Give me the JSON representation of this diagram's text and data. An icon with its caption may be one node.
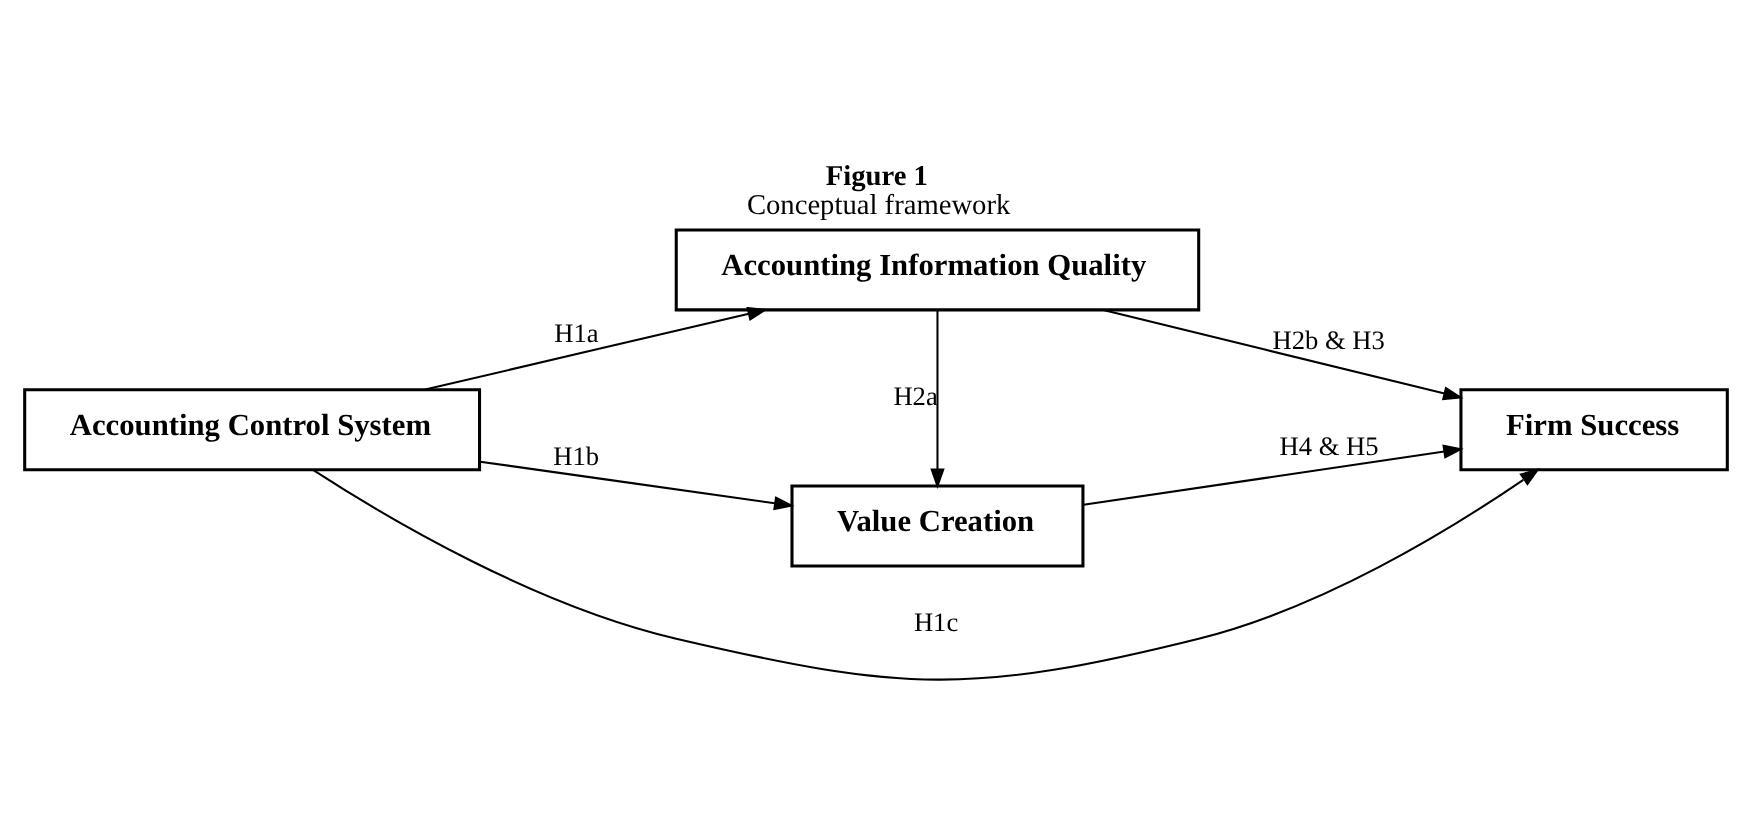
{
  "diagram": {
    "title": "Figure 1",
    "caption": "Conceptual framework",
    "nodes": [
      {
        "text": [
          "Accounting Control System"
        ]
      },
      {
        "text": [
          "Accounting Information Quality"
        ]
      },
      {
        "text": [
          "Value Creation"
        ]
      },
      {
        "text": [
          "Firm Success"
        ]
      }
    ],
    "edges": [
      {
        "from": 0,
        "to": 1,
        "arrow": "to",
        "label": "H1a"
      },
      {
        "from": 0,
        "to": 2,
        "arrow": "to",
        "label": "H1b"
      },
      {
        "from": 1,
        "to": 2,
        "arrow": "to",
        "label": "H2a"
      },
      {
        "from": 1,
        "to": 3,
        "arrow": "to",
        "label": "H2b & H3"
      },
      {
        "from": 2,
        "to": 3,
        "arrow": "to",
        "label": "H4 & H5"
      },
      {
        "from": 0,
        "to": 3,
        "arrow": "to",
        "label": "H1c"
      }
    ]
  }
}
